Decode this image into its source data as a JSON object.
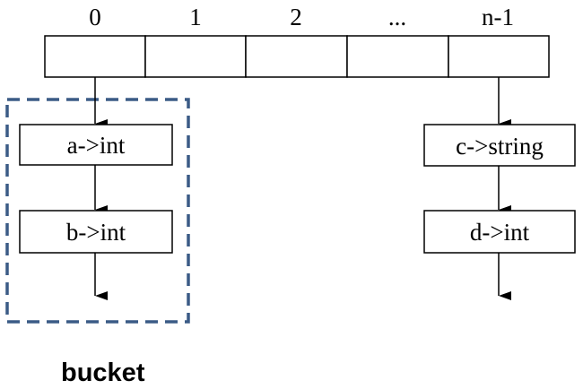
{
  "array": {
    "indices": [
      "0",
      "1",
      "2",
      "...",
      "n-1"
    ]
  },
  "chains": [
    {
      "column": 0,
      "nodes": [
        "a->int",
        "b->int"
      ]
    },
    {
      "column": 4,
      "nodes": [
        "c->string",
        "d->int"
      ]
    }
  ],
  "bucket": {
    "caption": "bucket",
    "border_color": "#3b5b86"
  }
}
